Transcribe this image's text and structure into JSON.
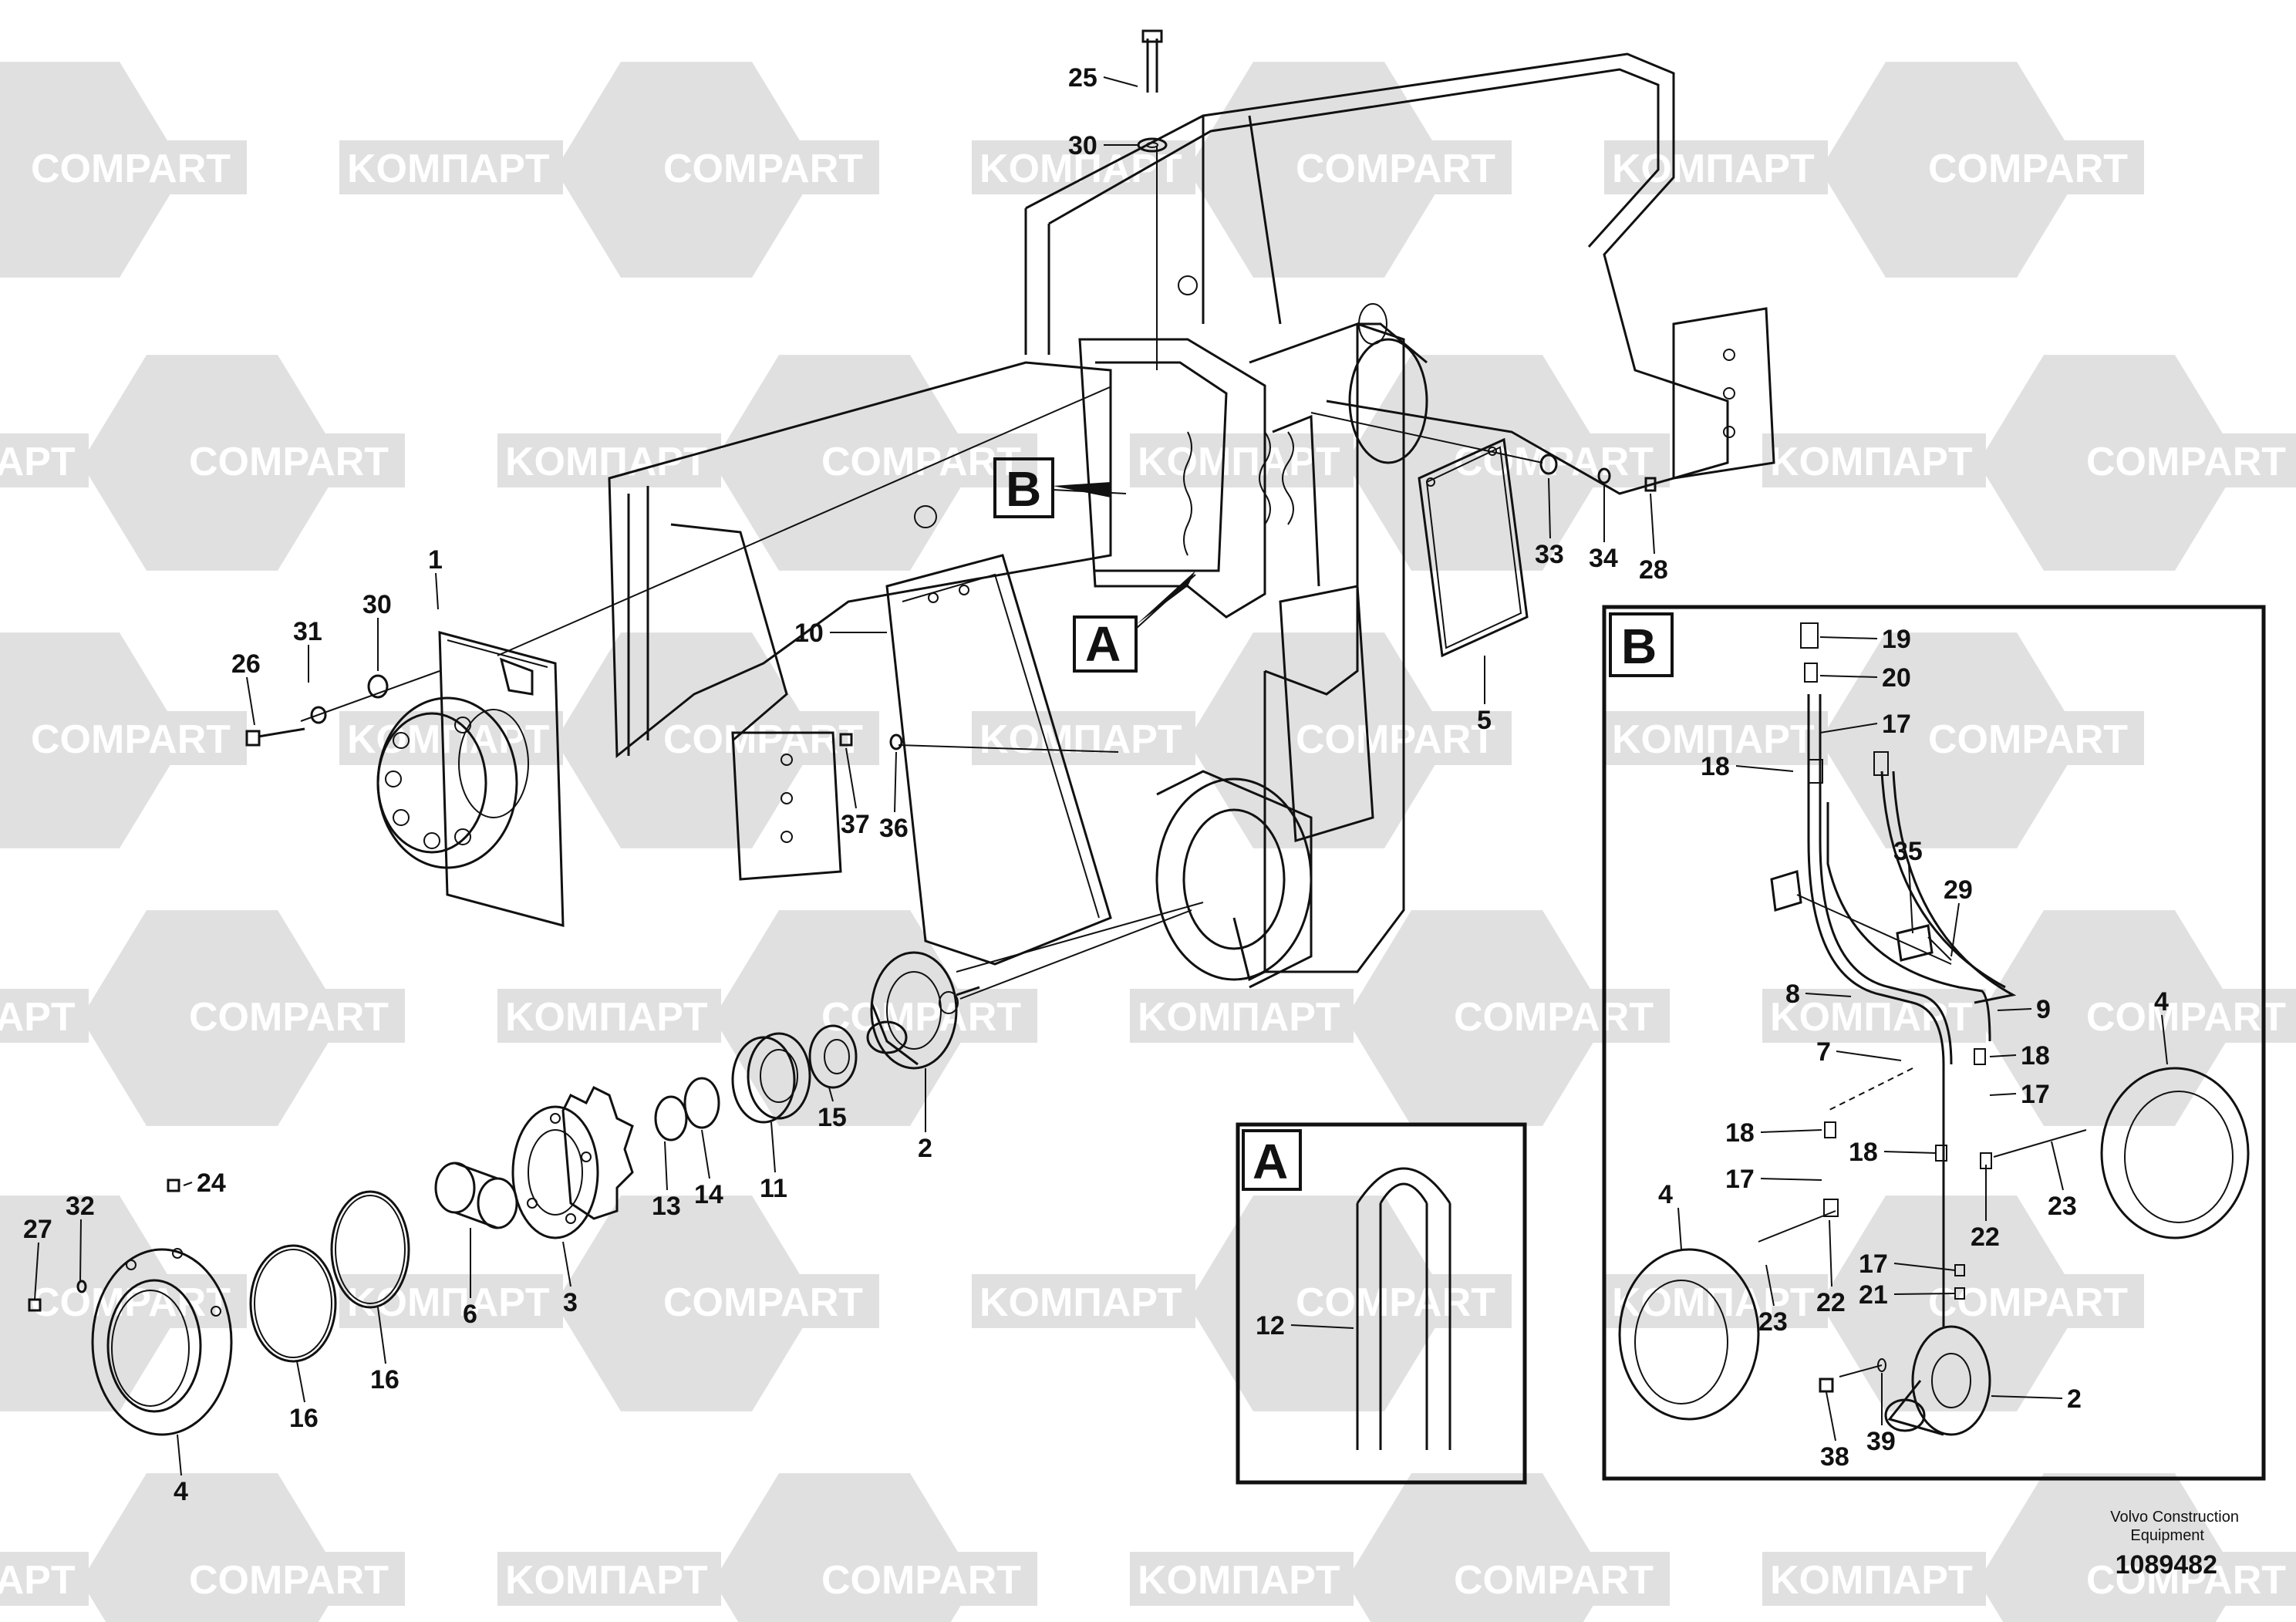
{
  "watermark": {
    "text_cyr": "KOMПAPT",
    "text_lat": "COMPART",
    "color": "#e0e0e0"
  },
  "detail_labels": {
    "a": "A",
    "b": "B"
  },
  "footer": {
    "line1": "Volvo Construction",
    "line2": "Equipment",
    "number": "1089482"
  },
  "callouts": [
    {
      "id": "c25",
      "text": "25"
    },
    {
      "id": "c30a",
      "text": "30"
    },
    {
      "id": "c1",
      "text": "1"
    },
    {
      "id": "c26",
      "text": "26"
    },
    {
      "id": "c31",
      "text": "31"
    },
    {
      "id": "c30b",
      "text": "30"
    },
    {
      "id": "c10",
      "text": "10"
    },
    {
      "id": "c37",
      "text": "37"
    },
    {
      "id": "c36",
      "text": "36"
    },
    {
      "id": "c33",
      "text": "33"
    },
    {
      "id": "c34",
      "text": "34"
    },
    {
      "id": "c28",
      "text": "28"
    },
    {
      "id": "c5",
      "text": "5"
    },
    {
      "id": "c2a",
      "text": "2"
    },
    {
      "id": "c15",
      "text": "15"
    },
    {
      "id": "c11",
      "text": "11"
    },
    {
      "id": "c14",
      "text": "14"
    },
    {
      "id": "c13",
      "text": "13"
    },
    {
      "id": "c3",
      "text": "3"
    },
    {
      "id": "c6",
      "text": "6"
    },
    {
      "id": "c16a",
      "text": "16"
    },
    {
      "id": "c16b",
      "text": "16"
    },
    {
      "id": "c24",
      "text": "24"
    },
    {
      "id": "c27",
      "text": "27"
    },
    {
      "id": "c32",
      "text": "32"
    },
    {
      "id": "c4a",
      "text": "4"
    },
    {
      "id": "c12",
      "text": "12"
    },
    {
      "id": "c19",
      "text": "19"
    },
    {
      "id": "c20",
      "text": "20"
    },
    {
      "id": "c17a",
      "text": "17"
    },
    {
      "id": "c18a",
      "text": "18"
    },
    {
      "id": "c35",
      "text": "35"
    },
    {
      "id": "c29",
      "text": "29"
    },
    {
      "id": "c8",
      "text": "8"
    },
    {
      "id": "c9",
      "text": "9"
    },
    {
      "id": "c4b",
      "text": "4"
    },
    {
      "id": "c7",
      "text": "7"
    },
    {
      "id": "c18b",
      "text": "18"
    },
    {
      "id": "c17b",
      "text": "17"
    },
    {
      "id": "c18c",
      "text": "18"
    },
    {
      "id": "c17c",
      "text": "17"
    },
    {
      "id": "c18d",
      "text": "18"
    },
    {
      "id": "c4c",
      "text": "4"
    },
    {
      "id": "c22a",
      "text": "22"
    },
    {
      "id": "c23a",
      "text": "23"
    },
    {
      "id": "c22b",
      "text": "22"
    },
    {
      "id": "c17d",
      "text": "17"
    },
    {
      "id": "c21",
      "text": "21"
    },
    {
      "id": "c23b",
      "text": "23"
    },
    {
      "id": "c2b",
      "text": "2"
    },
    {
      "id": "c38",
      "text": "38"
    },
    {
      "id": "c39",
      "text": "39"
    }
  ]
}
